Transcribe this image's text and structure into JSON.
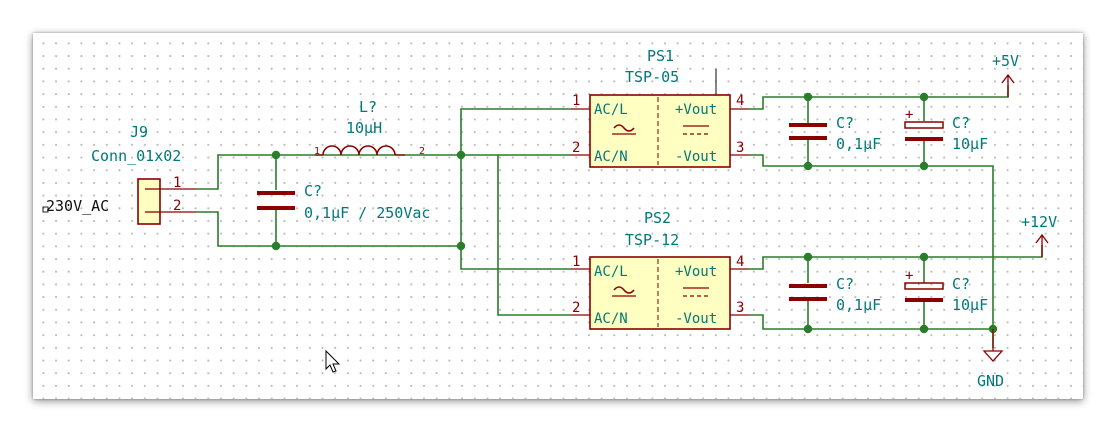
{
  "connector": {
    "ref": "J9",
    "value": "Conn_01x02",
    "pins": [
      "1",
      "2"
    ]
  },
  "input_label": "230V_AC",
  "inductor": {
    "ref": "L?",
    "value": "10µH",
    "pin1": "1",
    "pin2": "2"
  },
  "input_cap": {
    "ref": "C?",
    "value": "0,1µF / 250Vac"
  },
  "ps1": {
    "ref": "PS1",
    "value": "TSP-05",
    "pins": {
      "acl": "AC/L",
      "acn": "AC/N",
      "vplus": "+Vout",
      "vminus": "-Vout"
    },
    "pin_numbers": [
      "1",
      "2",
      "4",
      "3"
    ]
  },
  "ps2": {
    "ref": "PS2",
    "value": "TSP-12",
    "pins": {
      "acl": "AC/L",
      "acn": "AC/N",
      "vplus": "+Vout",
      "vminus": "-Vout"
    },
    "pin_numbers": [
      "1",
      "2",
      "4",
      "3"
    ]
  },
  "ps1_caps": [
    {
      "ref": "C?",
      "value": "0,1µF"
    },
    {
      "ref": "C?",
      "value": "10µF",
      "polarity": "+"
    }
  ],
  "ps2_caps": [
    {
      "ref": "C?",
      "value": "0,1µF"
    },
    {
      "ref": "C?",
      "value": "10µF",
      "polarity": "+"
    }
  ],
  "power": {
    "plus5": "+5V",
    "plus12": "+12V",
    "gnd": "GND"
  },
  "colors": {
    "wire": "#2a7d2a",
    "symbol": "#8b0000",
    "text": "#00797a",
    "body_fill": "#ffffc2"
  }
}
